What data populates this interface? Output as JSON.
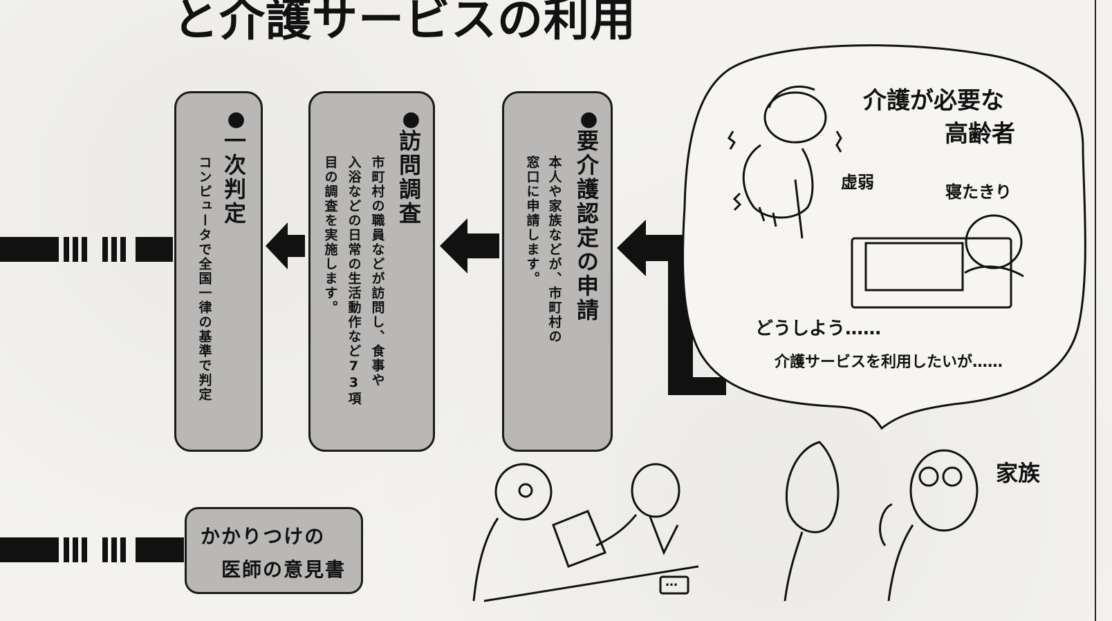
{
  "title": "と介護サービスの利用",
  "steps": [
    {
      "bullet": "●",
      "heading": "要介護認定の申請",
      "body": [
        "本人や家族などが、市町村の",
        "窓口に申請します。"
      ]
    },
    {
      "bullet": "●",
      "heading": "訪問調査",
      "body": [
        "市町村の職員などが訪問し、食事や",
        "入浴などの日常の生活動作など73項",
        "目の調査を実施します。"
      ]
    },
    {
      "bullet": "●",
      "heading": "一次判定",
      "body": [
        "コンピュータで全国一律の基準で判定"
      ]
    }
  ],
  "doctor_box": {
    "line1": "かかりつけの",
    "line2": "医師の意見書"
  },
  "bubble": {
    "title_line1": "介護が必要な",
    "title_line2": "高齢者",
    "frail": "虚弱",
    "bedridden": "寝たきり",
    "worry": "どうしよう……",
    "want": "介護サービスを利用したいが……"
  },
  "family_label": "家族",
  "desk_sign": "…",
  "colors": {
    "box_fill": "#b9b8b6",
    "ink": "#111111",
    "paper": "#f3f2ef"
  }
}
